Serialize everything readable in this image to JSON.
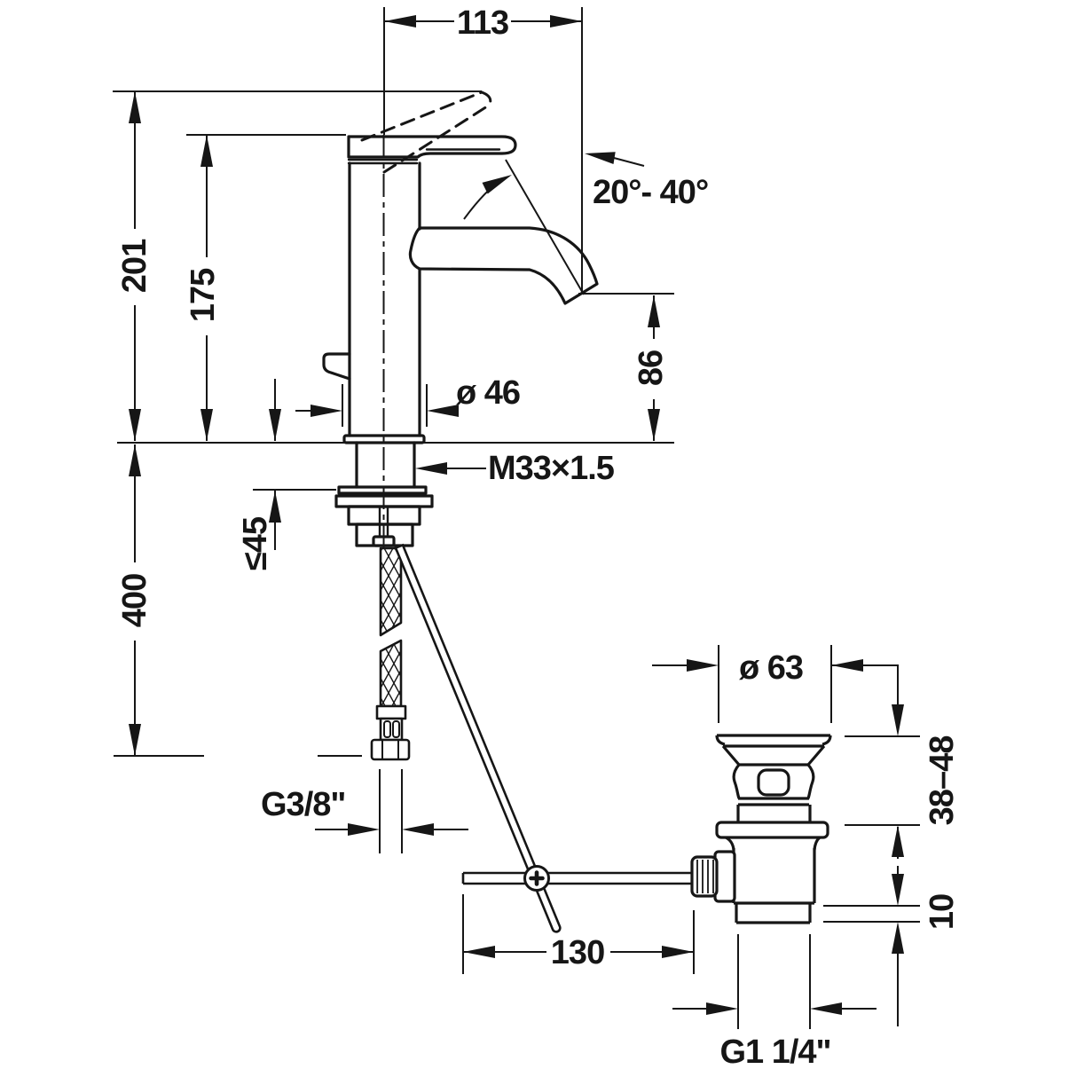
{
  "drawing": {
    "kind": "faucet-installation-technical-drawing",
    "colors": {
      "line": "#161616",
      "background": "#ffffff"
    },
    "dims": {
      "d113": "113",
      "d201": "201",
      "d175": "175",
      "angle": "20°- 40°",
      "d86": "86",
      "dia46": "ø 46",
      "thread_m33": "M33×1.5",
      "le45": "≤45",
      "d400": "400",
      "g38": "G3/8\"",
      "d130": "130",
      "dia63": "ø 63",
      "d38_48": "38–48",
      "d10": "10",
      "g114": "G1 1/4\""
    }
  }
}
